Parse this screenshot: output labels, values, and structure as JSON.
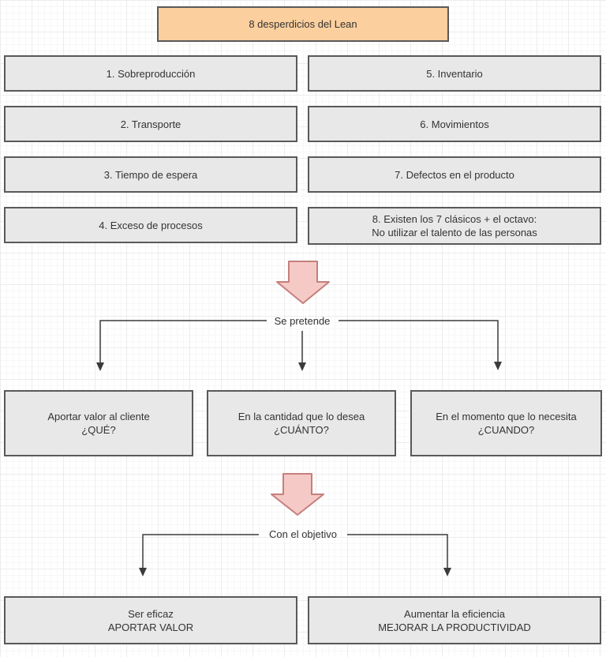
{
  "diagram": {
    "title": "8 desperdicios del Lean",
    "wastes": [
      {
        "lines": [
          "1. Sobreproducción"
        ]
      },
      {
        "lines": [
          "2. Transporte"
        ]
      },
      {
        "lines": [
          "3. Tiempo de espera"
        ]
      },
      {
        "lines": [
          "4. Exceso de procesos"
        ]
      },
      {
        "lines": [
          "5. Inventario"
        ]
      },
      {
        "lines": [
          "6. Movimientos"
        ]
      },
      {
        "lines": [
          "7. Defectos en el producto"
        ]
      },
      {
        "lines": [
          "8. Existen los 7 clásicos + el octavo:",
          "No utilizar el talento de las personas"
        ]
      }
    ],
    "flow1": {
      "label": "Se pretende",
      "targets": [
        {
          "lines": [
            "Aportar valor al cliente",
            "¿QUÉ?"
          ]
        },
        {
          "lines": [
            "En la cantidad que lo desea",
            "¿CUÁNTO?"
          ]
        },
        {
          "lines": [
            "En el momento que lo necesita",
            "¿CUANDO?"
          ]
        }
      ]
    },
    "flow2": {
      "label": "Con el objetivo",
      "targets": [
        {
          "lines": [
            "Ser eficaz",
            "APORTAR VALOR"
          ]
        },
        {
          "lines": [
            "Aumentar la eficiencia",
            "MEJORAR LA PRODUCTIVIDAD"
          ]
        }
      ]
    }
  },
  "colors": {
    "title_fill": "#fbcf9e",
    "box_fill": "#e8e8e8",
    "box_border": "#595959",
    "arrow_fill": "#f5cac6",
    "arrow_stroke": "#c57f7c",
    "connector": "#3b3b3b",
    "text": "#333333"
  }
}
